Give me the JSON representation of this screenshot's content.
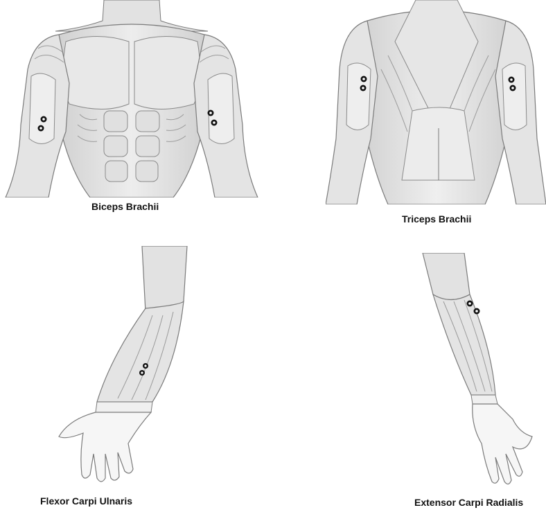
{
  "figure": {
    "panels": [
      {
        "id": "biceps",
        "caption": "Biceps Brachii",
        "view": "anterior upper torso and arms"
      },
      {
        "id": "triceps",
        "caption": "Triceps Brachii",
        "view": "posterior upper torso and arms"
      },
      {
        "id": "flexor",
        "caption": "Flexor Carpi Ulnaris",
        "view": "anterior forearm and hand"
      },
      {
        "id": "extensor",
        "caption": "Extensor Carpi Radialis",
        "view": "posterior forearm and hand"
      }
    ]
  },
  "colors": {
    "background": "#ffffff",
    "muscle_fill": "#e4e4e4",
    "muscle_shade": "#c8c8c8",
    "muscle_stroke": "#7a7a7a",
    "skin_fill": "#f6f6f6",
    "electrode_ring": "#111111",
    "electrode_center": "#ffffff",
    "caption_text": "#111111"
  },
  "icons": {
    "electrode": "electrode-marker-icon"
  }
}
